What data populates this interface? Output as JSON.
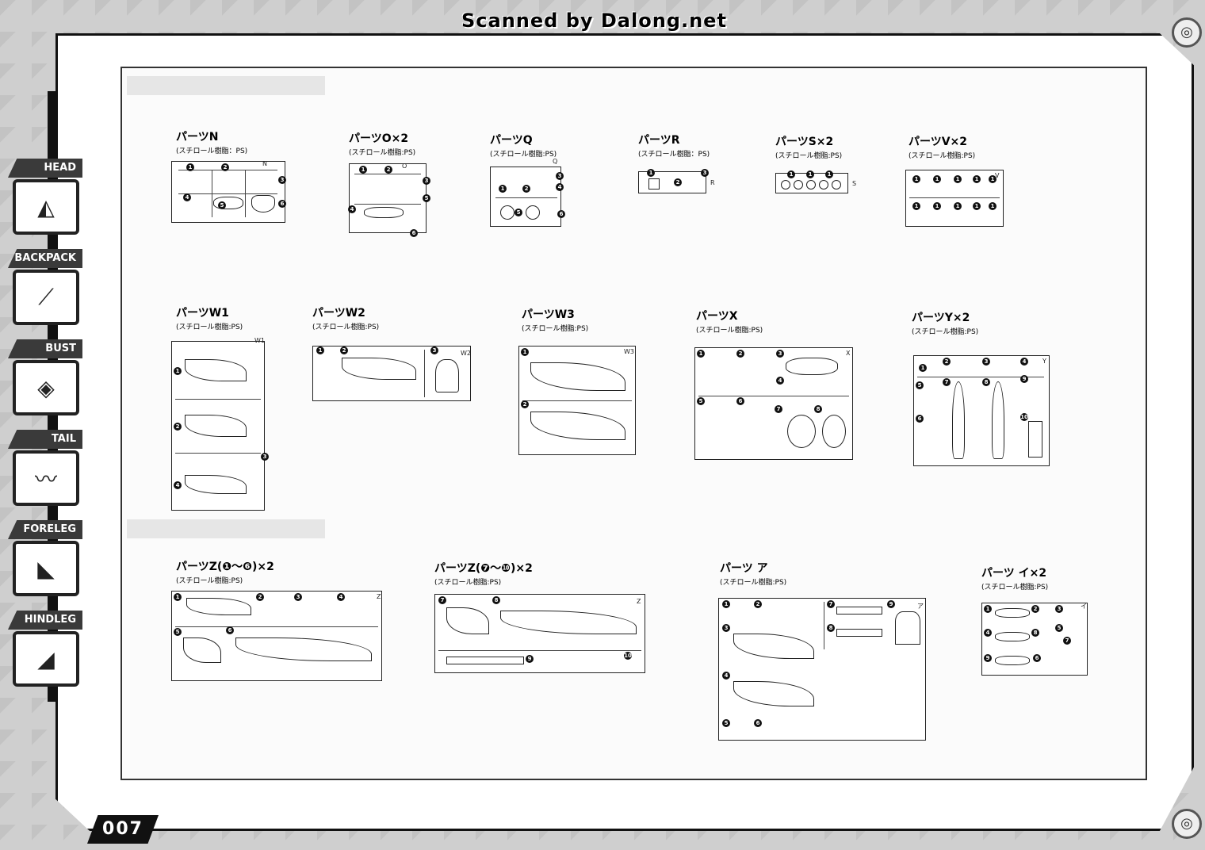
{
  "watermark": "Scanned by Dalong.net",
  "page_number": "007",
  "side_tabs": [
    {
      "label": "HEAD",
      "icon": "dragon-head-icon"
    },
    {
      "label": "BACKPACK",
      "icon": "backpack-icon"
    },
    {
      "label": "BUST",
      "icon": "bust-icon"
    },
    {
      "label": "TAIL",
      "icon": "tail-icon"
    },
    {
      "label": "FORELEG",
      "icon": "foreleg-icon"
    },
    {
      "label": "HINDLEG",
      "icon": "hindleg-icon"
    }
  ],
  "material": "(スチロール樹脂：PS)",
  "material_alt": "(スチロール樹脂:PS)",
  "parts": {
    "n": {
      "title": "パーツN",
      "letter": "N"
    },
    "o": {
      "title": "パーツO×2",
      "letter": "O"
    },
    "q": {
      "title": "パーツQ",
      "letter": "Q"
    },
    "r": {
      "title": "パーツR",
      "letter": "R"
    },
    "s": {
      "title": "パーツS×2",
      "letter": "S"
    },
    "v": {
      "title": "パーツV×2",
      "letter": "V"
    },
    "w1": {
      "title": "パーツW1",
      "letter": "W1"
    },
    "w2": {
      "title": "パーツW2",
      "letter": "W2"
    },
    "w3": {
      "title": "パーツW3",
      "letter": "W3"
    },
    "x": {
      "title": "パーツX",
      "letter": "X"
    },
    "y": {
      "title": "パーツY×2",
      "letter": "Y"
    },
    "z1": {
      "title": "パーツZ(❶〜❻)×2",
      "letter": "Z"
    },
    "z2": {
      "title": "パーツZ(❼〜❿)×2",
      "letter": "Z"
    },
    "a": {
      "title": "パーツ ア",
      "letter": "ア"
    },
    "i": {
      "title": "パーツ イ×2",
      "letter": "イ"
    }
  }
}
